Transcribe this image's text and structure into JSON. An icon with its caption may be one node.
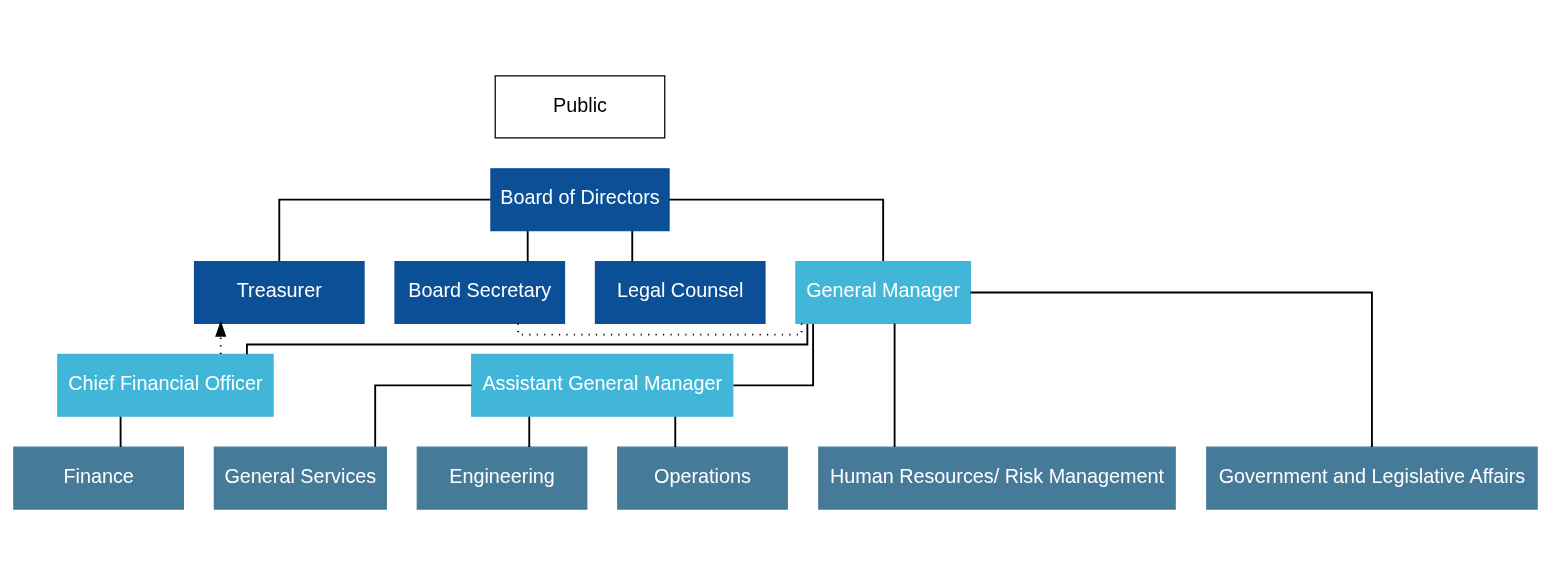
{
  "diagram": {
    "nodes": [
      {
        "text": [
          "Public"
        ]
      },
      {
        "text": [
          "Board of Directors"
        ]
      },
      {
        "text": [
          "Treasurer"
        ]
      },
      {
        "text": [
          "Board Secretary"
        ]
      },
      {
        "text": [
          "Legal Counsel"
        ]
      },
      {
        "text": [
          "General Manager"
        ]
      },
      {
        "text": [
          "Chief Financial Officer"
        ]
      },
      {
        "text": [
          "Assistant General Manager"
        ]
      },
      {
        "text": [
          "Finance"
        ]
      },
      {
        "text": [
          "Human Resources/ Risk Management"
        ]
      },
      {
        "text": [
          "Government and Legislative Affairs"
        ]
      },
      {
        "text": [
          "General Services"
        ]
      },
      {
        "text": [
          "Engineering"
        ]
      },
      {
        "text": [
          "Operations"
        ]
      }
    ],
    "edges": [
      {
        "from": 1,
        "to": 2,
        "arrow": "none"
      },
      {
        "from": 1,
        "to": 3,
        "arrow": "none"
      },
      {
        "from": 1,
        "to": 4,
        "arrow": "none"
      },
      {
        "from": 1,
        "to": 5,
        "arrow": "none"
      },
      {
        "from": 6,
        "to": 2,
        "arrow": "to",
        "style": "dashed"
      },
      {
        "from": 5,
        "to": 3,
        "arrow": "none",
        "style": "dashed"
      },
      {
        "from": 5,
        "to": 6,
        "arrow": "none"
      },
      {
        "from": 5,
        "to": 7,
        "arrow": "none"
      },
      {
        "from": 5,
        "to": 9,
        "arrow": "none"
      },
      {
        "from": 5,
        "to": 10,
        "arrow": "none"
      },
      {
        "from": 6,
        "to": 8,
        "arrow": "none"
      },
      {
        "from": 7,
        "to": 11,
        "arrow": "none"
      },
      {
        "from": 7,
        "to": 12,
        "arrow": "none"
      },
      {
        "from": 7,
        "to": 13,
        "arrow": "none"
      }
    ]
  }
}
